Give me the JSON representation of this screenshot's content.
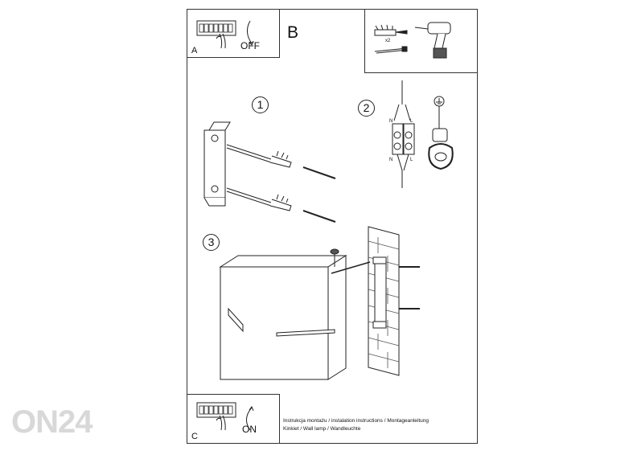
{
  "panels": {
    "a": {
      "letter": "A",
      "label": "OFF"
    },
    "b": {
      "letter": "B"
    },
    "c": {
      "letter": "C",
      "label": "ON"
    }
  },
  "tools": {
    "quantity": "x2"
  },
  "steps": [
    "1",
    "2",
    "3"
  ],
  "wiring": {
    "n": "N",
    "l": "L"
  },
  "caption": {
    "line1": "Instrukcja montażu / instalation instructions / Montageanleitung",
    "line2": "Kinkiet / Wall lamp / Wandleuchte"
  },
  "watermark": "ON24"
}
